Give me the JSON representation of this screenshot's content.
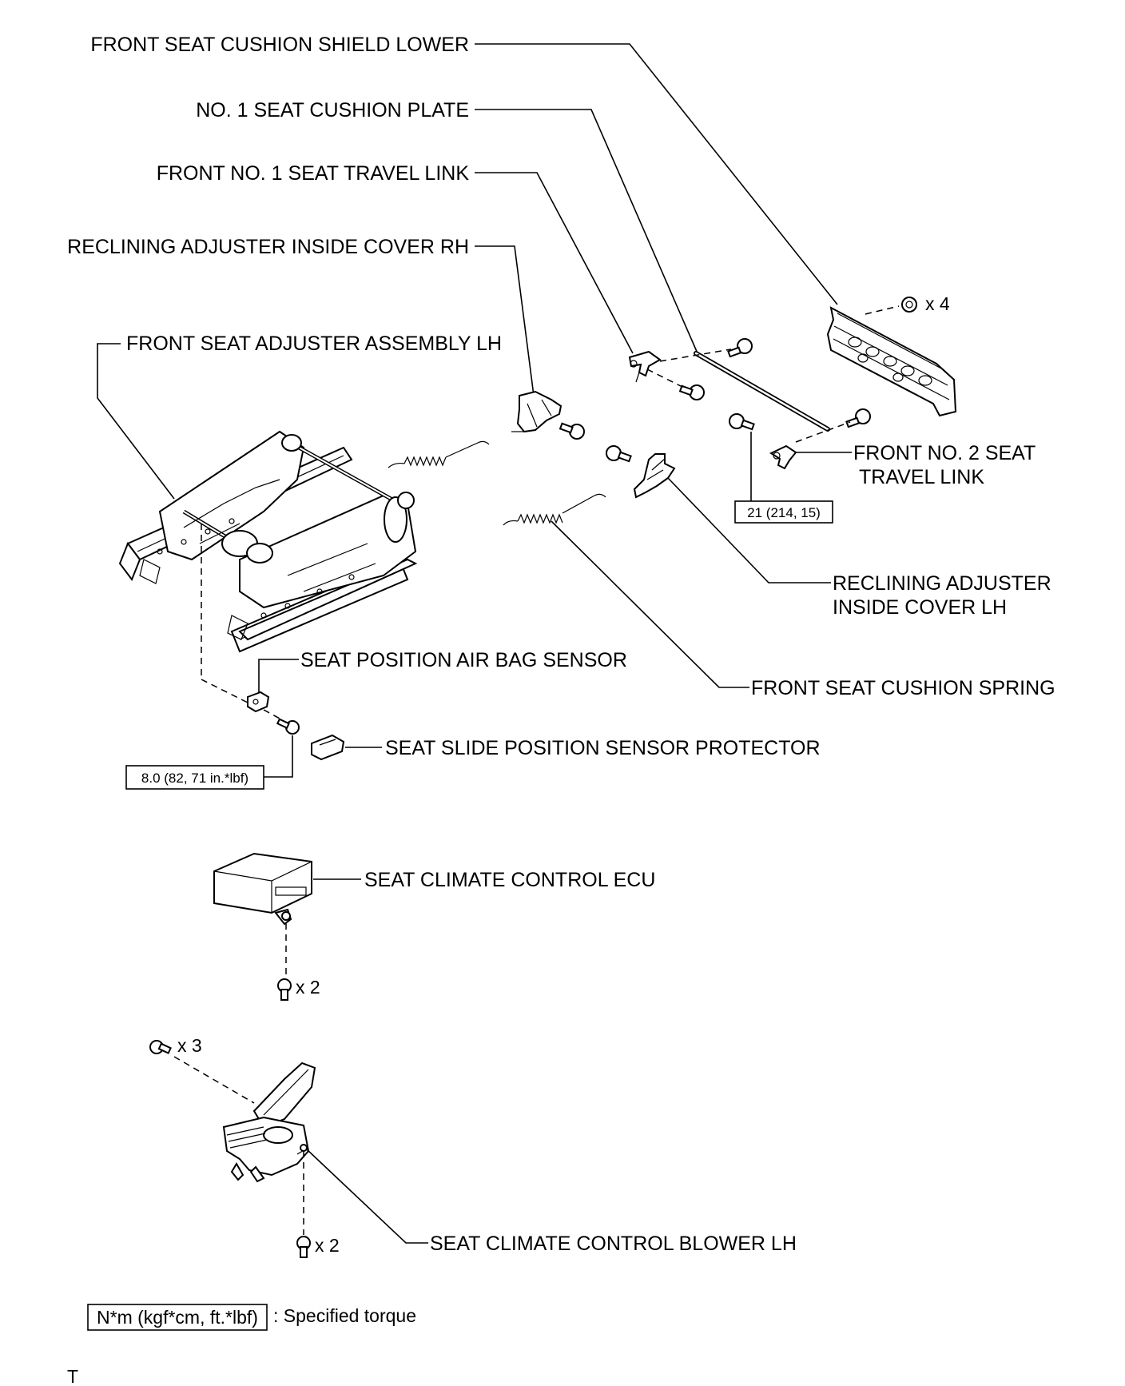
{
  "labels": {
    "shield_lower": "FRONT SEAT CUSHION SHIELD LOWER",
    "cushion_plate": "NO. 1 SEAT CUSHION PLATE",
    "travel_link_1": "FRONT NO. 1 SEAT TRAVEL LINK",
    "recl_cover_rh": "RECLINING ADJUSTER INSIDE COVER RH",
    "adjuster_assy": "FRONT SEAT ADJUSTER ASSEMBLY LH",
    "travel_link_2_line1": "FRONT NO. 2 SEAT",
    "travel_link_2_line2": "TRAVEL LINK",
    "recl_cover_lh_line1": "RECLINING ADJUSTER",
    "recl_cover_lh_line2": "INSIDE COVER LH",
    "airbag_sensor": "SEAT POSITION AIR BAG SENSOR",
    "cushion_spring": "FRONT SEAT CUSHION SPRING",
    "sensor_protector": "SEAT SLIDE POSITION SENSOR PROTECTOR",
    "climate_ecu": "SEAT CLIMATE CONTROL ECU",
    "climate_blower": "SEAT CLIMATE CONTROL BLOWER LH"
  },
  "torques": {
    "travel_link": "21 (214, 15)",
    "airbag_sensor": "8.0 (82, 71 in.*lbf)"
  },
  "quantities": {
    "shield_nuts": "x 4",
    "ecu_bolts": "x 2",
    "blower_bolts_top": "x 3",
    "blower_bolts_bottom": "x 2"
  },
  "legend": {
    "box_text": "N*m (kgf*cm, ft.*lbf)",
    "description": ": Specified torque"
  },
  "footer": {
    "mark": "T"
  }
}
